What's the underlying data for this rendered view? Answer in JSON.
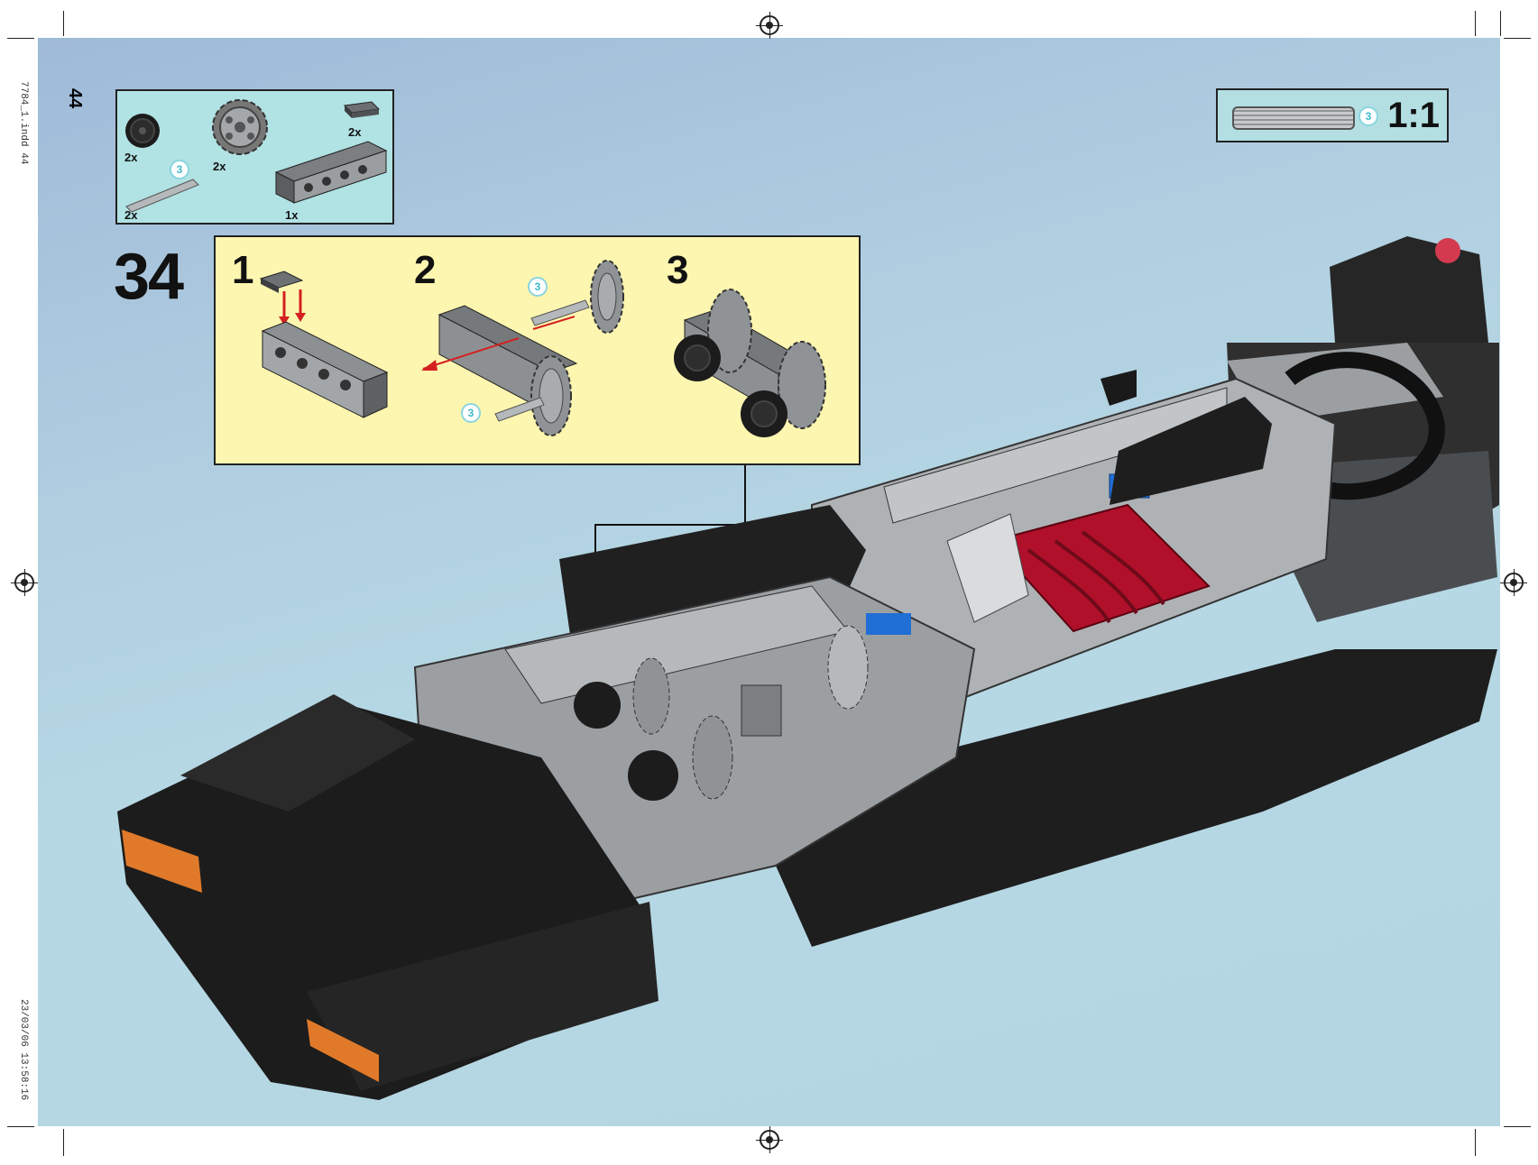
{
  "page": {
    "number": "44",
    "slug_file": "7784_1.indd   44",
    "slug_date": "23/03/06   13:58:16"
  },
  "step": {
    "number": "34"
  },
  "parts_list": {
    "items": [
      {
        "name": "black-wheel-icon",
        "qty": "2x"
      },
      {
        "name": "gear-icon",
        "qty": "2x"
      },
      {
        "name": "plate-icon",
        "qty": "2x"
      },
      {
        "name": "axle-icon",
        "qty": "2x",
        "length": "3"
      },
      {
        "name": "technic-brick-icon",
        "qty": "1x"
      }
    ]
  },
  "scale_box": {
    "length": "3",
    "label": "1:1"
  },
  "substeps": [
    {
      "label": "1"
    },
    {
      "label": "2",
      "axle_length": "3"
    },
    {
      "label": "3"
    }
  ],
  "colors": {
    "background": "#b4d6e3",
    "parts_box": "#b1e2e4",
    "substep_box": "#fdf6b0",
    "model_black": "#1e1e1e",
    "model_grey": "#9b9fa2",
    "accent_red": "#b0102a",
    "accent_blue": "#1f6fd6",
    "accent_orange": "#e07a2a"
  }
}
